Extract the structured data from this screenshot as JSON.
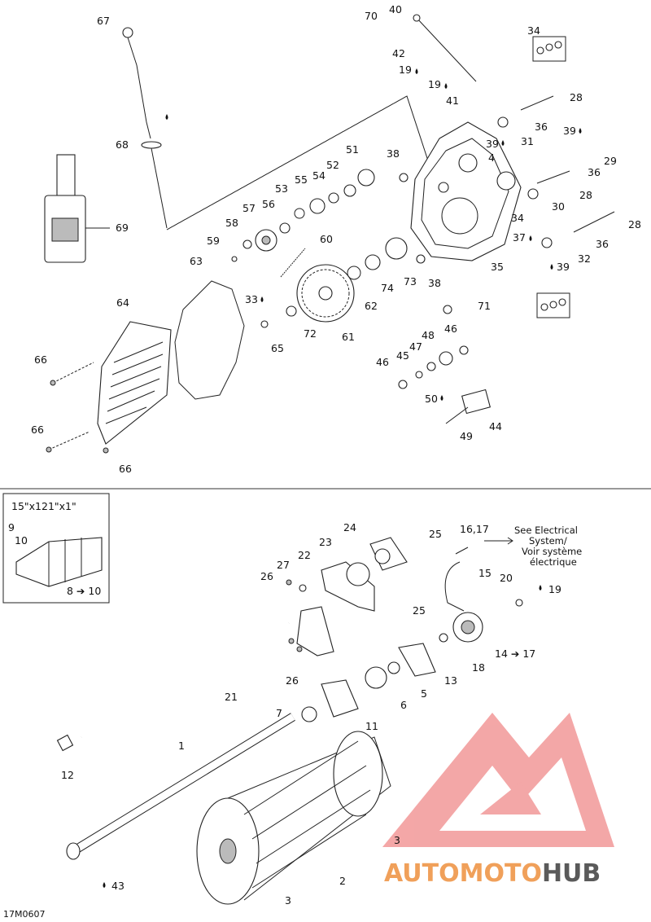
{
  "diagram": {
    "upper_labels": [
      "67",
      "40",
      "70",
      "42",
      "19",
      "19",
      "41",
      "34",
      "28",
      "69",
      "68",
      "36",
      "39",
      "31",
      "39",
      "29",
      "4",
      "36",
      "51",
      "38",
      "52",
      "54",
      "55",
      "53",
      "56",
      "57",
      "28",
      "30",
      "34",
      "28",
      "58",
      "37",
      "60",
      "36",
      "59",
      "32",
      "39",
      "63",
      "33",
      "35",
      "38",
      "74",
      "73",
      "71",
      "62",
      "72",
      "61",
      "65",
      "64",
      "48",
      "46",
      "47",
      "45",
      "46",
      "66",
      "50",
      "44",
      "49",
      "66",
      "66"
    ],
    "lower_labels": [
      "9",
      "10",
      "8 ➔ 10",
      "24",
      "25",
      "16,17",
      "23",
      "22",
      "15",
      "27",
      "26",
      "20",
      "19",
      "25",
      "14 ➔ 17",
      "18",
      "26",
      "13",
      "5",
      "21",
      "6",
      "11",
      "7",
      "12",
      "1",
      "3",
      "2",
      "3",
      "43"
    ],
    "inset_title": "15\"x121\"x1\"",
    "electrical_note": [
      "See Electrical",
      "System/",
      "Voir système",
      "électrique"
    ],
    "diagram_code": "17M0607",
    "watermark": {
      "part1": "AUTOMOTO",
      "part2": "HUB",
      "color_accent": "#f0a05a",
      "color_dark": "#5a5a5a",
      "logo_color": "#f08080"
    }
  }
}
